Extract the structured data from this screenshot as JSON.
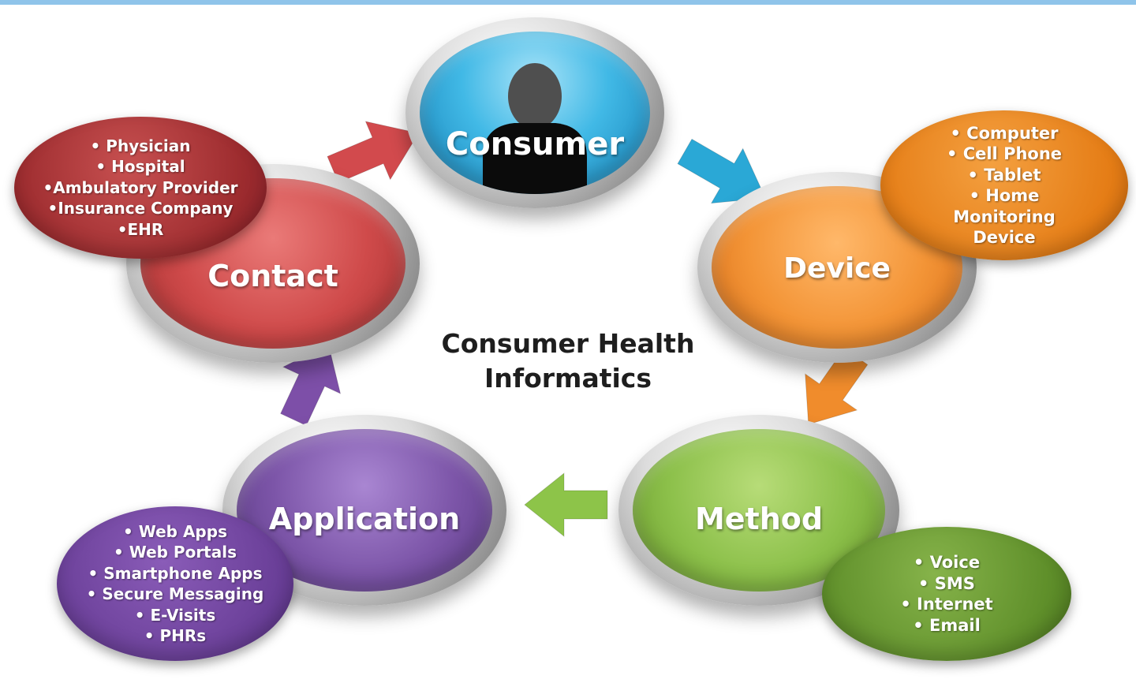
{
  "diagram": {
    "title_lines": [
      "Consumer Health",
      "Informatics"
    ],
    "nodes": [
      {
        "id": "consumer",
        "label": "Consumer",
        "color": "#1f9bd0",
        "items": []
      },
      {
        "id": "device",
        "label": "Device",
        "color": "#ef8a2c",
        "items": [
          "• Computer",
          "• Cell Phone",
          "• Tablet",
          "• Home",
          "Monitoring",
          "Device"
        ]
      },
      {
        "id": "method",
        "label": "Method",
        "color": "#7fb23f",
        "items": [
          "• Voice",
          "• SMS",
          "• Internet",
          "• Email"
        ]
      },
      {
        "id": "application",
        "label": "Application",
        "color": "#7c55a8",
        "items": [
          "• Web Apps",
          "• Web Portals",
          "• Smartphone Apps",
          "• Secure Messaging",
          "• E-Visits",
          "• PHRs"
        ]
      },
      {
        "id": "contact",
        "label": "Contact",
        "color": "#c94444",
        "items": [
          "• Physician",
          "• Hospital",
          "•Ambulatory Provider",
          "•Insurance Company",
          "•EHR"
        ]
      }
    ],
    "arrow_colors": {
      "contact_to_consumer": "#d24a4d",
      "consumer_to_device": "#2aa8d6",
      "device_to_method": "#f08c2c",
      "method_to_application": "#8dc449",
      "application_to_contact": "#7d4fa8"
    }
  }
}
